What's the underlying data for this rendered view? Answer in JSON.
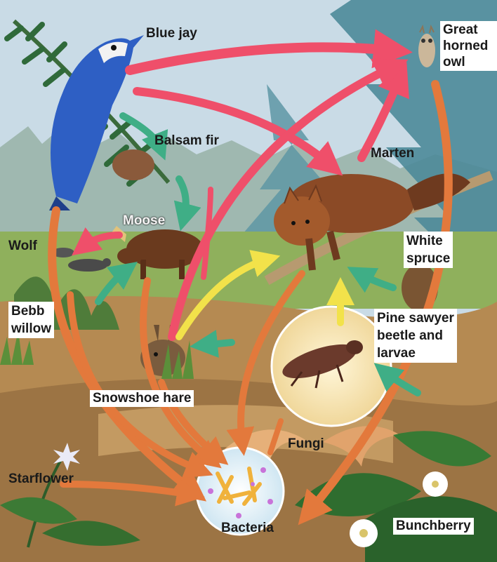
{
  "labels": {
    "blue_jay": "Blue jay",
    "great_horned_owl": [
      "Great",
      "horned",
      "owl"
    ],
    "balsam_fir": "Balsam fir",
    "marten": "Marten",
    "moose": "Moose",
    "wolf": "Wolf",
    "white_spruce": [
      "White",
      "spruce"
    ],
    "bebb_willow": [
      "Bebb",
      "willow"
    ],
    "pine_sawyer": [
      "Pine sawyer",
      "beetle and",
      "larvae"
    ],
    "snowshoe_hare": "Snowshoe hare",
    "fungi": "Fungi",
    "starflower": "Starflower",
    "bacteria": "Bacteria",
    "bunchberry": "Bunchberry"
  },
  "colors": {
    "arrow_predation": "#ef4f6a",
    "arrow_decomposition": "#e3793c",
    "arrow_herbivory": "#f2e24a",
    "arrow_consumption_green": "#3fae86",
    "sky": "#c9dbe6",
    "spruce": "#4c8a99",
    "meadow": "#8fb05c",
    "soil": "#b58a52"
  }
}
